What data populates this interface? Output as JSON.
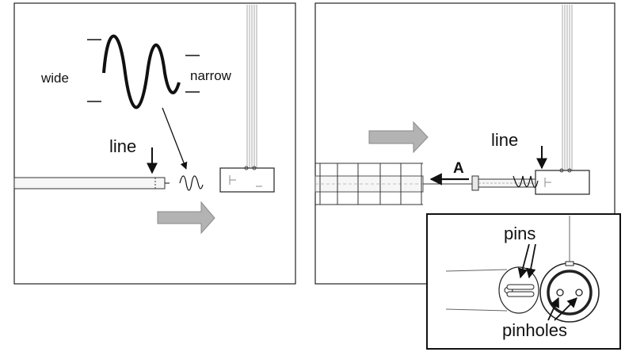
{
  "left_panel": {
    "label_wide": "wide",
    "label_narrow": "narrow",
    "label_line": "line"
  },
  "right_panel": {
    "label_line": "line",
    "label_a": "A"
  },
  "inset": {
    "label_pins": "pins",
    "label_pinholes": "pinholes"
  },
  "colors": {
    "outline": "#1a1a1a",
    "light_line": "#9a9a9a",
    "arrow_fill": "#b3b3b3",
    "tube_fill": "#f4f4f4"
  }
}
